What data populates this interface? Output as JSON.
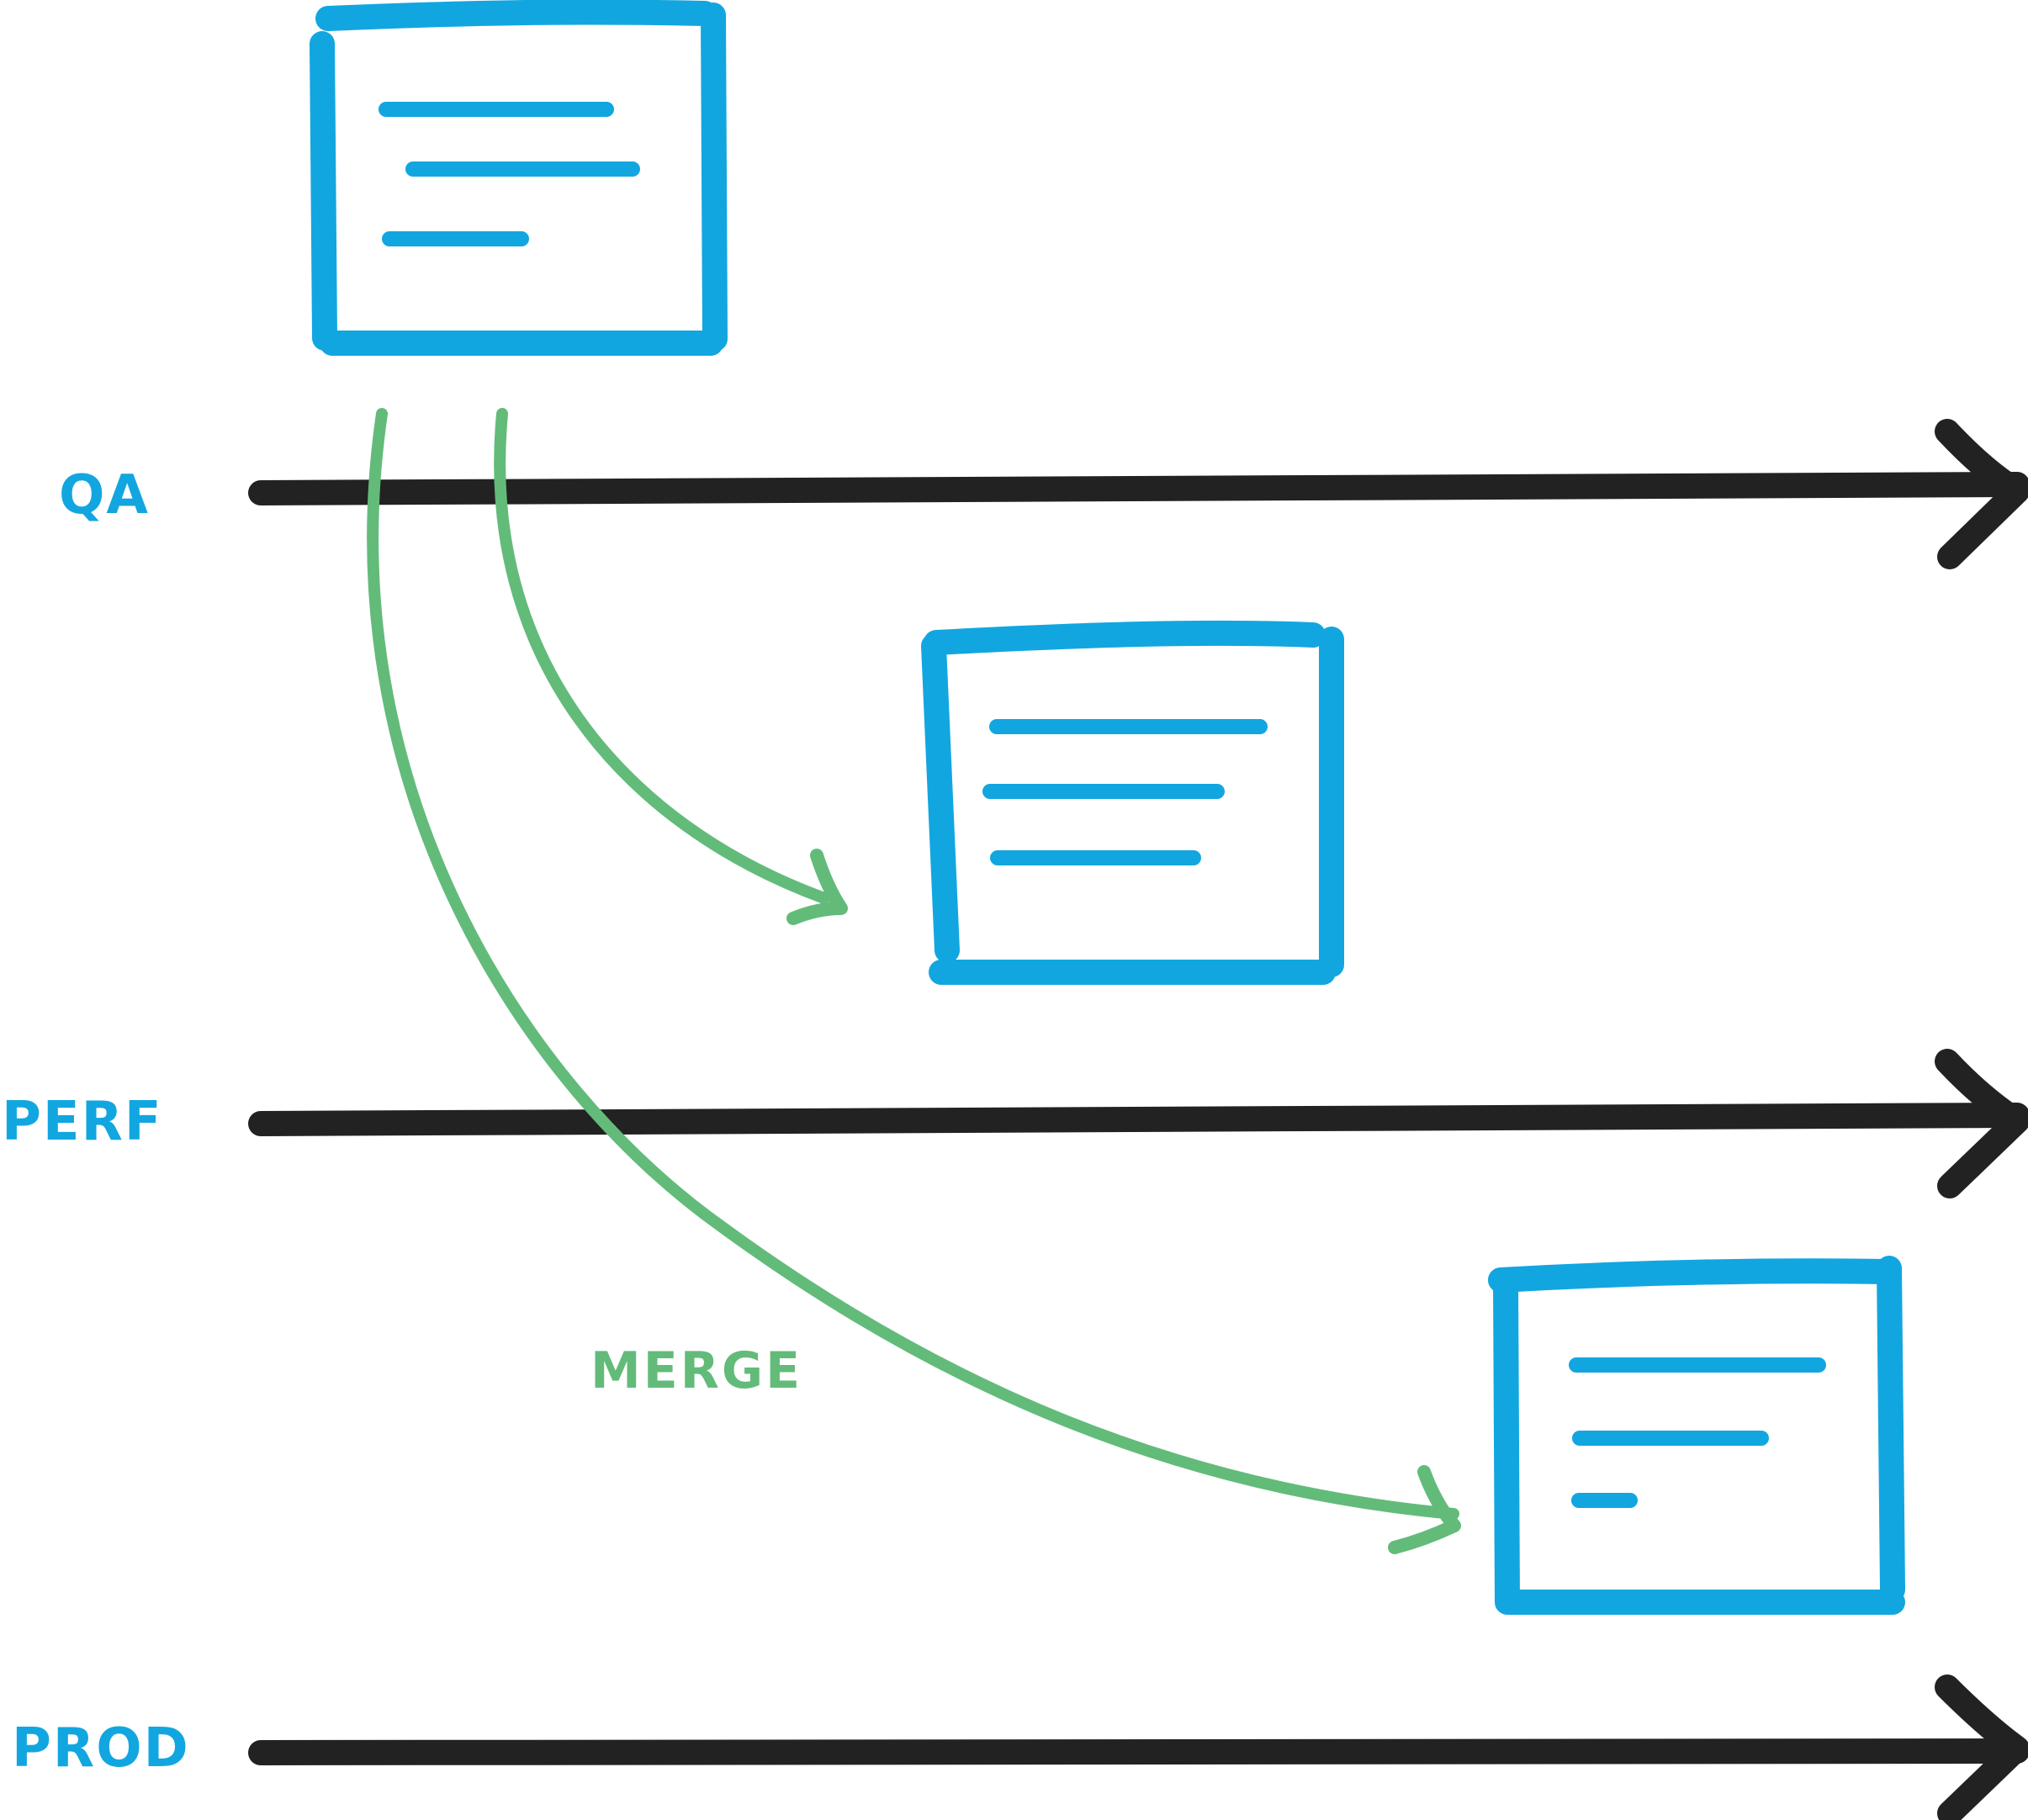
{
  "colors": {
    "lane": "#222222",
    "label": "#12A6E0",
    "document": "#12A6E0",
    "merge": "#63BB7A",
    "background": "#FFFFFF"
  },
  "lanes": [
    {
      "label": "QA"
    },
    {
      "label": "PERF"
    },
    {
      "label": "PROD"
    }
  ],
  "merge": {
    "label": "MERGE"
  },
  "documents": [
    {
      "icon": "document-icon"
    },
    {
      "icon": "document-icon"
    },
    {
      "icon": "document-icon"
    }
  ]
}
